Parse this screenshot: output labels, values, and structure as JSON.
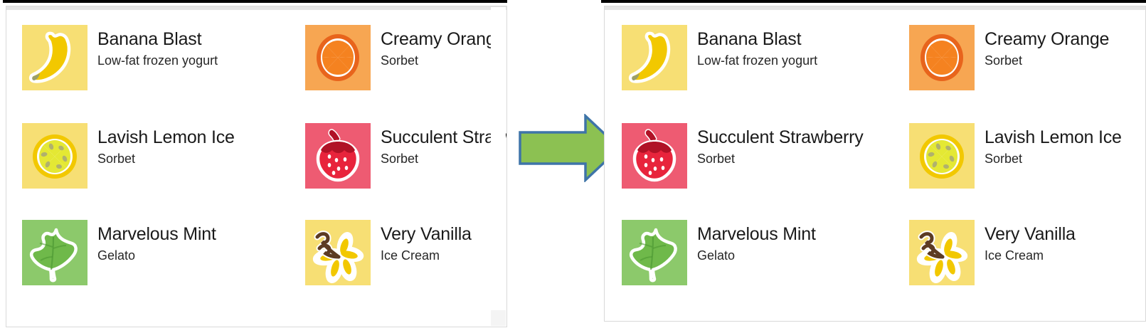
{
  "diagram": {
    "kind": "before-after-comparison",
    "arrow": {
      "icon": "right-arrow-icon",
      "fill": "#8CC152",
      "stroke": "#3E74A8",
      "direction": "right"
    }
  },
  "palette": {
    "banana_tile": "#F7DF74",
    "banana_body": "#F2C800",
    "orange_tile": "#F7A652",
    "orange_body": "#F58220",
    "orange_rind": "#E8641C",
    "lemon_tile": "#F7DF74",
    "lemon_body": "#E4E834",
    "lemon_rind": "#F2C800",
    "strawberry_tile": "#EE5B72",
    "strawberry_body": "#E8243C",
    "strawberry_cap": "#B01226",
    "mint_tile": "#8CC96B",
    "mint_body": "#6FB94A",
    "vanilla_tile": "#F7DF74",
    "vanilla_petal": "#F2C800",
    "vanilla_pod": "#5C3B23",
    "panel_border": "#D9D9D9",
    "title_text": "#1A1A1A",
    "subtitle_text": "#262626"
  },
  "panels": [
    {
      "id": "before",
      "name": "before-panel",
      "has_scrollbar": true,
      "items": [
        {
          "icon": "banana-icon",
          "title": "Banana Blast",
          "subtitle": "Low-fat frozen yogurt",
          "row": 0,
          "col": 0
        },
        {
          "icon": "orange-icon",
          "title": "Creamy Orange",
          "subtitle": "Sorbet",
          "row": 0,
          "col": 1
        },
        {
          "icon": "lemon-icon",
          "title": "Lavish Lemon Ice",
          "subtitle": "Sorbet",
          "row": 1,
          "col": 0
        },
        {
          "icon": "strawberry-icon",
          "title": "Succulent Strawberry",
          "subtitle": "Sorbet",
          "row": 1,
          "col": 1
        },
        {
          "icon": "mint-icon",
          "title": "Marvelous Mint",
          "subtitle": "Gelato",
          "row": 2,
          "col": 0
        },
        {
          "icon": "vanilla-icon",
          "title": "Very Vanilla",
          "subtitle": "Ice Cream",
          "row": 2,
          "col": 1
        }
      ]
    },
    {
      "id": "after",
      "name": "after-panel",
      "has_scrollbar": false,
      "items": [
        {
          "icon": "banana-icon",
          "title": "Banana Blast",
          "subtitle": "Low-fat frozen yogurt",
          "row": 0,
          "col": 0
        },
        {
          "icon": "orange-icon",
          "title": "Creamy Orange",
          "subtitle": "Sorbet",
          "row": 0,
          "col": 1
        },
        {
          "icon": "strawberry-icon",
          "title": "Succulent Strawberry",
          "subtitle": "Sorbet",
          "row": 1,
          "col": 0
        },
        {
          "icon": "lemon-icon",
          "title": "Lavish Lemon Ice",
          "subtitle": "Sorbet",
          "row": 1,
          "col": 1
        },
        {
          "icon": "mint-icon",
          "title": "Marvelous Mint",
          "subtitle": "Gelato",
          "row": 2,
          "col": 0
        },
        {
          "icon": "vanilla-icon",
          "title": "Very Vanilla",
          "subtitle": "Ice Cream",
          "row": 2,
          "col": 1
        }
      ]
    }
  ]
}
